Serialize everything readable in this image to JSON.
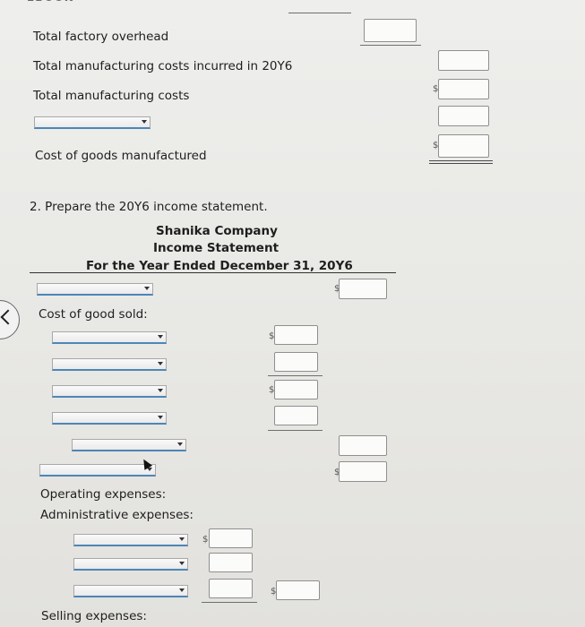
{
  "header": {
    "tab_label": "eBook"
  },
  "part1": {
    "total_factory_overhead": "Total factory overhead",
    "total_mfg_costs_incurred": "Total manufacturing costs incurred in 20Y6",
    "total_mfg_costs": "Total manufacturing costs",
    "cost_of_goods_manufactured": "Cost of goods manufactured"
  },
  "part2": {
    "instruction": "2. Prepare the 20Y6 income statement.",
    "company": "Shanika Company",
    "statement_title": "Income Statement",
    "period": "For the Year Ended December 31, 20Y6",
    "cost_of_goods_sold": "Cost of good sold:",
    "operating_expenses": "Operating expenses:",
    "administrative_expenses": "Administrative expenses:",
    "selling_expenses": "Selling expenses:"
  },
  "currency_symbol": "$",
  "colors": {
    "dropdown_underline": "#4e86b5",
    "input_border": "#8f8f8f"
  }
}
